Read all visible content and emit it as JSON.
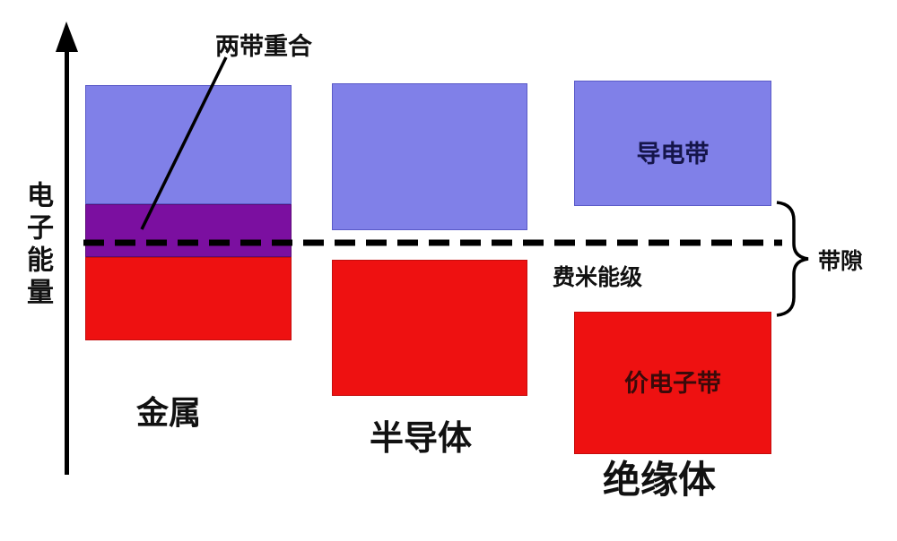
{
  "diagram": {
    "type": "energy-band-diagram",
    "axis": {
      "label": "电子能量"
    },
    "annotations": {
      "overlap": "两带重合",
      "fermi_level": "费米能级",
      "band_gap": "带隙"
    },
    "columns": [
      {
        "id": "metal",
        "label": "金属",
        "bands": [
          "conduction",
          "overlap",
          "valence"
        ]
      },
      {
        "id": "semiconductor",
        "label": "半导体",
        "bands": [
          "conduction",
          "valence"
        ]
      },
      {
        "id": "insulator",
        "label": "绝缘体",
        "conduction_band_label": "导电带",
        "valence_band_label": "价电子带",
        "bands": [
          "conduction",
          "valence"
        ]
      }
    ],
    "colors": {
      "conduction_band": "#8080e8",
      "overlap_band": "#7b0fa0",
      "valence_band": "#ee1111",
      "line": "#000000",
      "background": "#ffffff"
    }
  }
}
